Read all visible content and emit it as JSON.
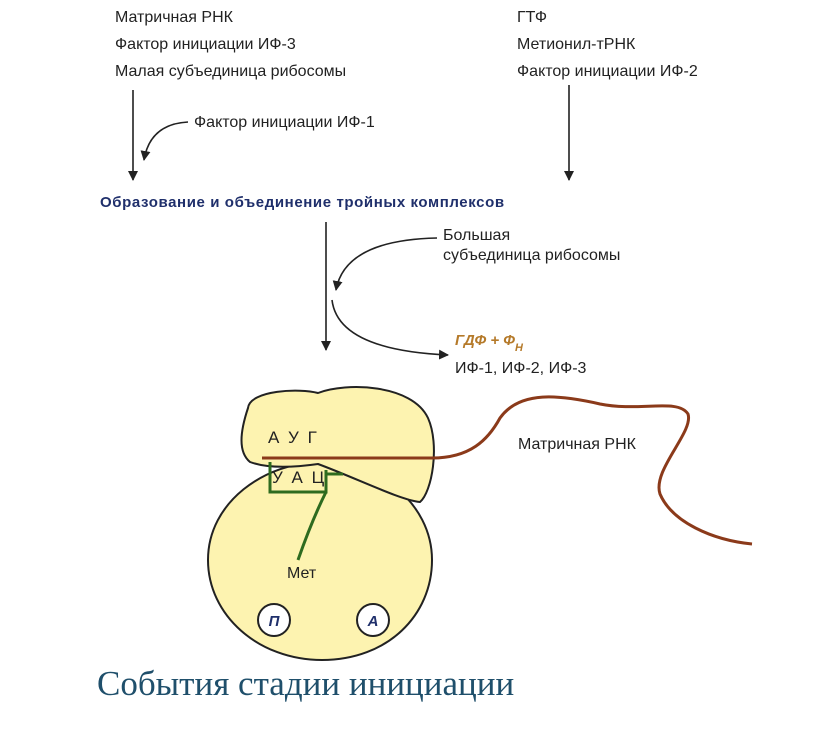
{
  "colors": {
    "heading": "#1f2f6b",
    "caption": "#1f4f6b",
    "mrna": "#8b3a1a",
    "trna": "#2e6b1f",
    "gdp": "#b57a2a",
    "ribosome_fill": "#fdf3b0",
    "text": "#222222"
  },
  "top_left_inputs": [
    "Матричная РНК",
    "Фактор инициации ИФ-3",
    "Малая субъединица рибосомы"
  ],
  "top_right_inputs": [
    "ГТФ",
    "Метионил-тРНК",
    "Фактор инициации ИФ-2"
  ],
  "factor_if1": "Фактор инициации ИФ-1",
  "complex_formation": "Образование и объединение тройных комплексов",
  "large_subunit": [
    "Большая",
    "субъединица рибосомы"
  ],
  "released": {
    "gdp_main": "ГДФ + Ф",
    "gdp_sub": "Н",
    "factors": "ИФ-1, ИФ-2, ИФ-3"
  },
  "ribosome": {
    "codon": "А У Г",
    "anticodon": "У А Ц",
    "amino_acid": "Мет",
    "site_p": "П",
    "site_a": "А",
    "mrna_label": "Матричная РНК"
  },
  "caption": "События стадии инициации"
}
